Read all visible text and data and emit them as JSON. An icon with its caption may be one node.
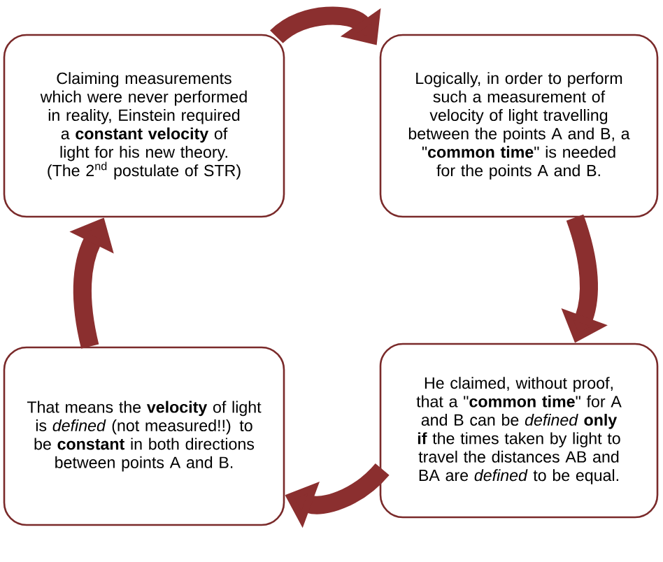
{
  "diagram": {
    "nodes": [
      {
        "text": [
          "Claiming measurements which were never performed in reality, Einstein required a **constant velocity** of light for his new theory. (The 2$^{nd}$ postulate of STR)"
        ]
      },
      {
        "text": [
          "Logically, in order to perform such a measurement of velocity of light travelling between the points A and B, a \"**common time**\" is needed for the points A and B."
        ]
      },
      {
        "text": [
          "He claimed, without proof, that a \"**common time**\" for A and B can be *defined* **only if** the times taken by light to travel the distances AB and BA are *defined* to be equal."
        ]
      },
      {
        "text": [
          "That means the **velocity** of light is *defined* (not measured!!) to be **constant** in both directions between points A and B."
        ]
      }
    ],
    "edges": [
      {
        "from": 0,
        "to": 1,
        "arrow": "to"
      },
      {
        "from": 1,
        "to": 2,
        "arrow": "to"
      },
      {
        "from": 2,
        "to": 3,
        "arrow": "to"
      },
      {
        "from": 3,
        "to": 0,
        "arrow": "to"
      }
    ]
  }
}
